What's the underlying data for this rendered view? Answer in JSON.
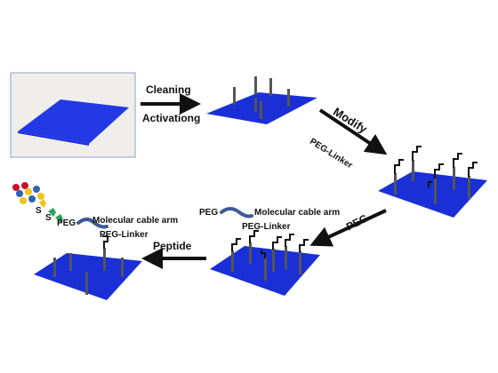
{
  "steps": {
    "cleaning": "Cleaning",
    "activating": "Activationg",
    "modify": "Modify",
    "peg_linker_diag": "PEG-Linker",
    "peg_diag": "PEG",
    "peptide": "Peptide"
  },
  "annotations": {
    "peg_mid": "PEG",
    "cable_mid": "Molecular cable arm",
    "linker_mid": "PEG-Linker",
    "peg_left": "PEG",
    "cable_left": "Molecular cable arm",
    "linker_left": "PEG-Linker",
    "s1": "S",
    "s2": "S"
  },
  "colors": {
    "plate": "#1a2fd6",
    "plate_top": "#2439e6",
    "pillar": "#555555",
    "linker": "#111111",
    "cable": "#3d5a96",
    "bead_red": "#c8102e",
    "bead_blue": "#2e63b8",
    "bead_yellow": "#f2c318",
    "bead_green": "#2aa55c",
    "photo_bg": "#efeeea"
  }
}
